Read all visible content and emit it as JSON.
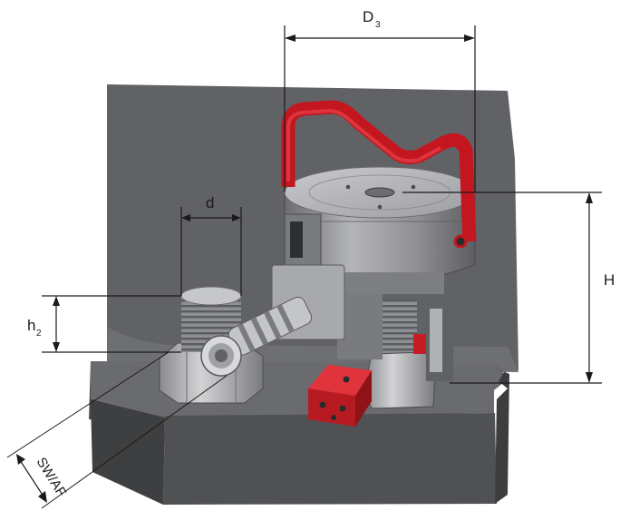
{
  "dimensions": {
    "D3": {
      "letter": "D",
      "subscript": "3"
    },
    "d": {
      "letter": "d"
    },
    "h2": {
      "letter": "h",
      "subscript": "2"
    },
    "H": {
      "letter": "H"
    },
    "SW": {
      "label": "SW/AF"
    }
  },
  "colors": {
    "housing": "#5e5f61",
    "housing_dark": "#3f4042",
    "housing_light": "#76777a",
    "steel": "#9a9b9e",
    "steel_light": "#c9cacc",
    "handle_red": "#d4202a",
    "ink": "#1a1a1a"
  }
}
